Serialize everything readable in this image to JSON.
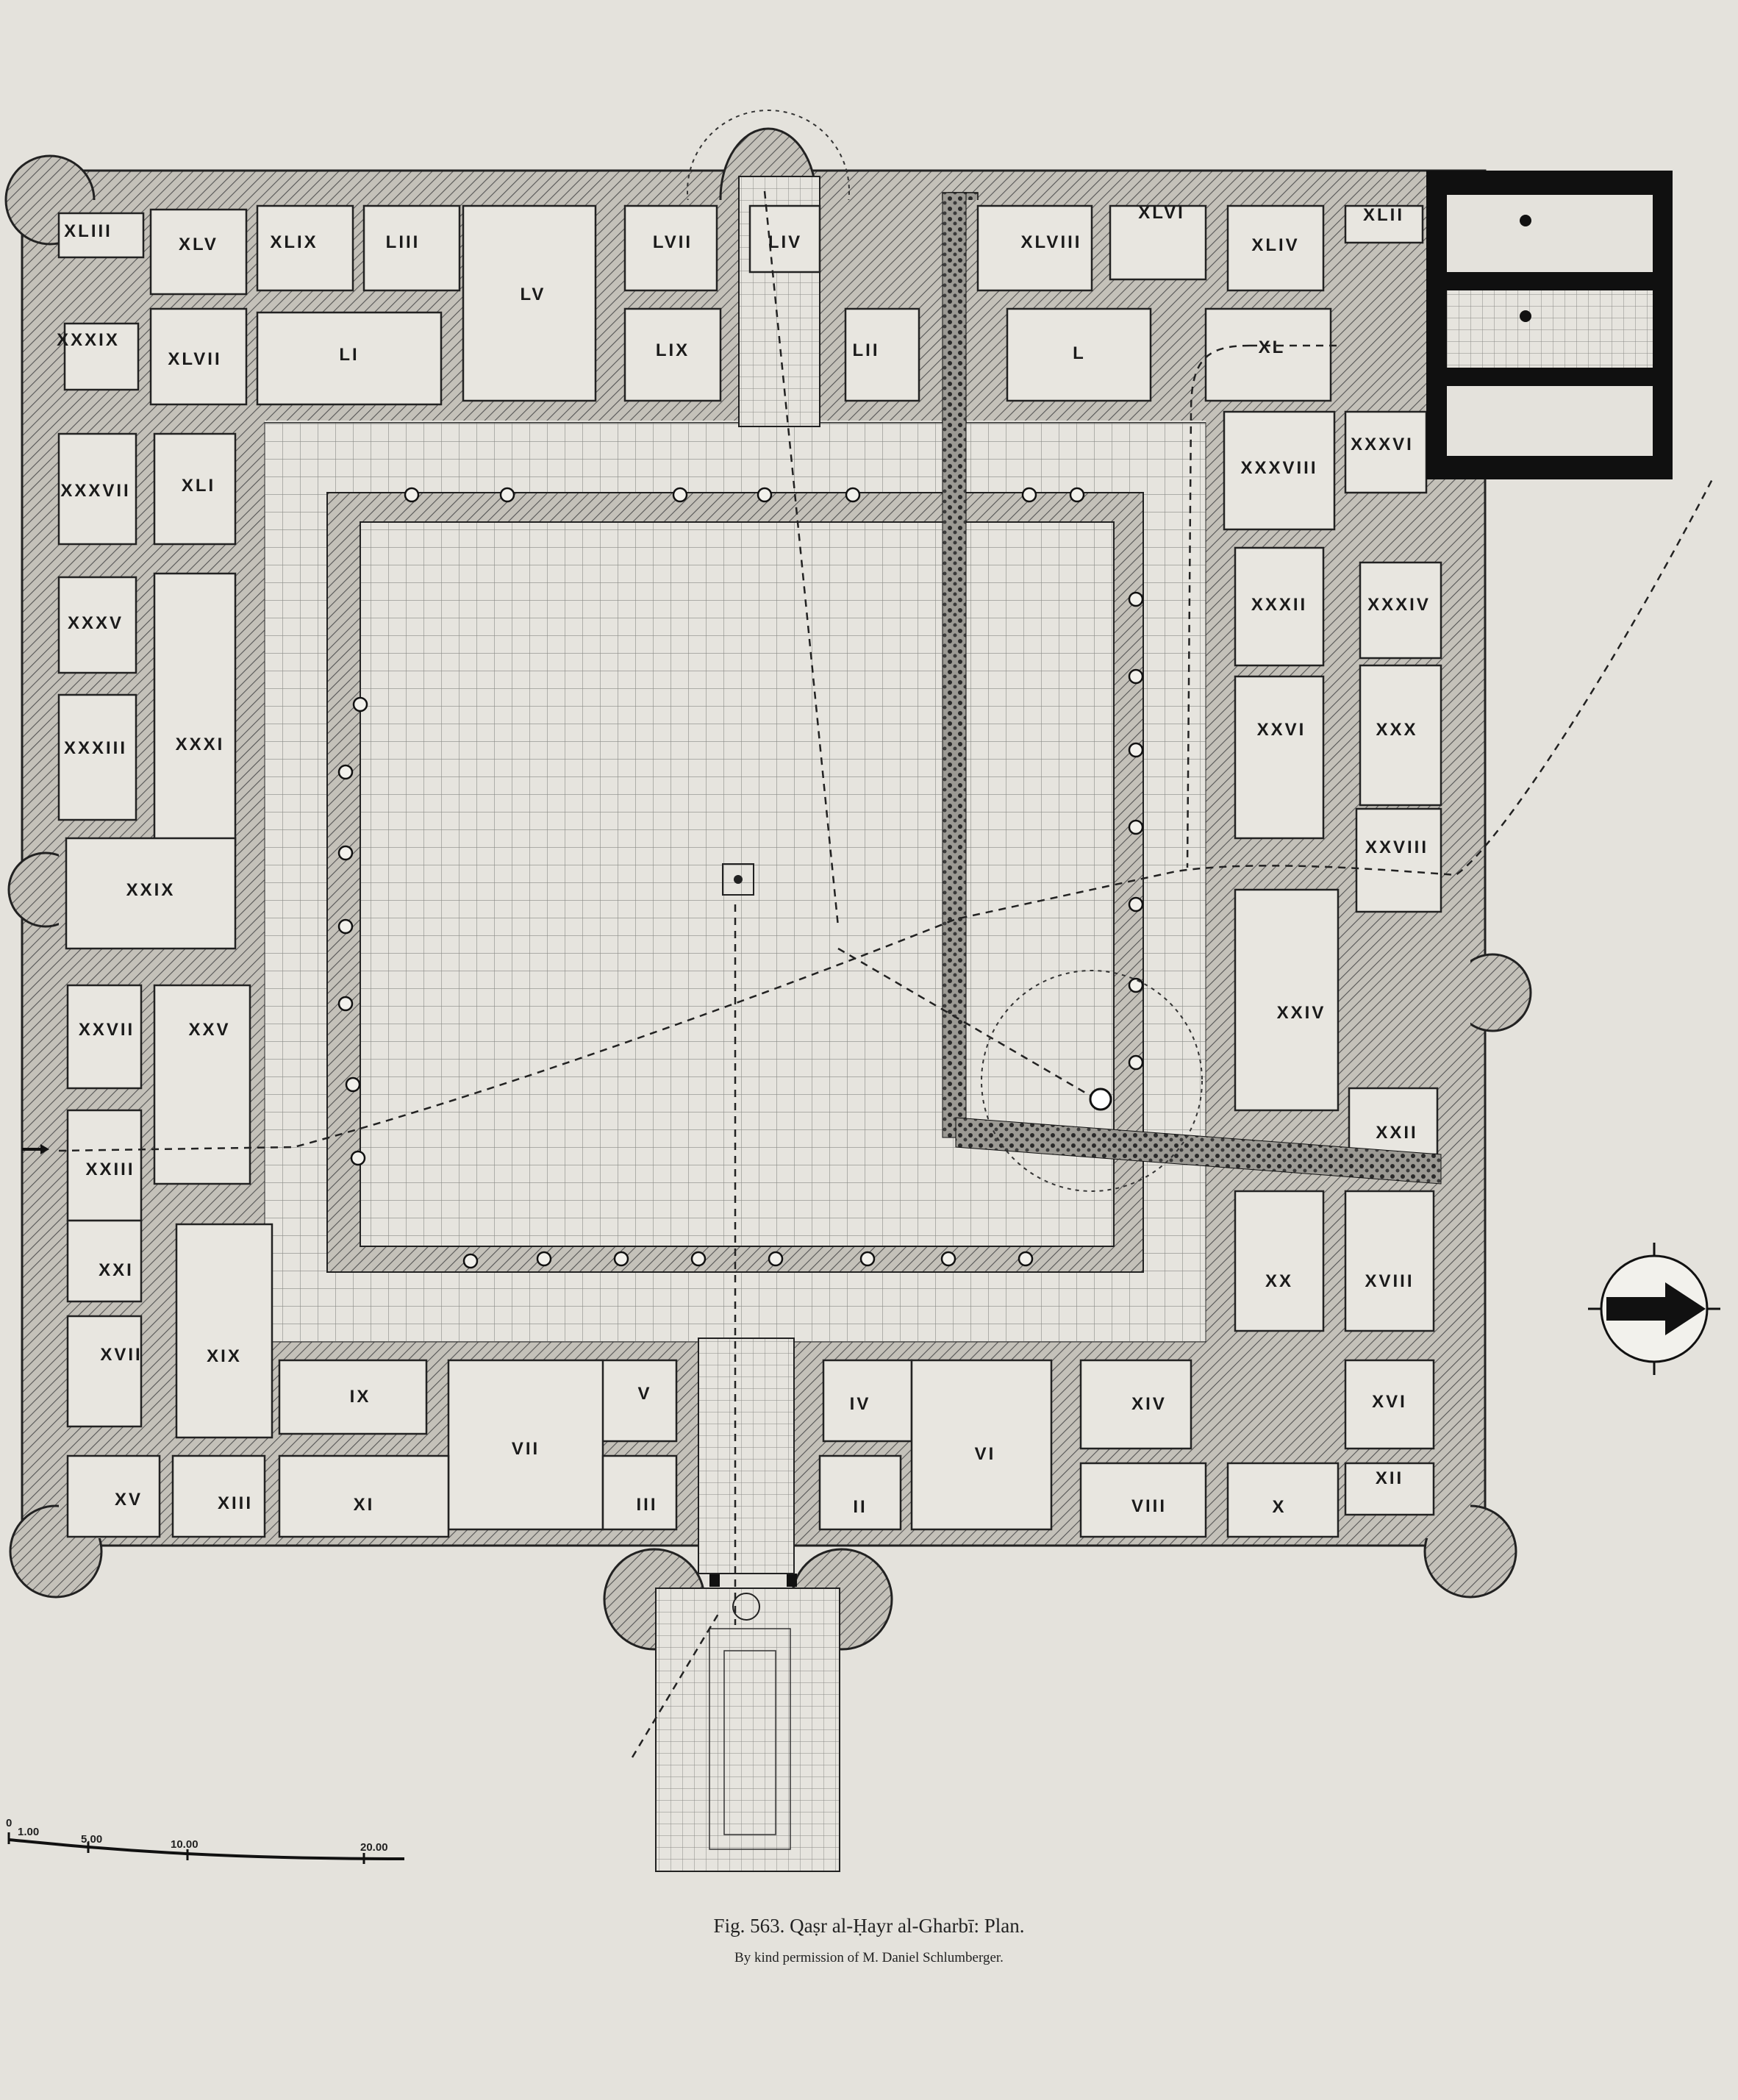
{
  "figure": {
    "caption": "Fig. 563. Qaṣr al-Ḥayr al-Gharbī: Plan.",
    "credit": "By kind permission of M. Daniel Schlumberger."
  },
  "scale_bar": {
    "ticks": [
      "0",
      "1.00",
      "5.00",
      "10.00",
      "20.00"
    ]
  },
  "rooms": [
    {
      "id": "XLIII",
      "label": "XLIII"
    },
    {
      "id": "XLV",
      "label": "XLV"
    },
    {
      "id": "XLIX",
      "label": "XLIX"
    },
    {
      "id": "LIII",
      "label": "LIII"
    },
    {
      "id": "LV",
      "label": "LV"
    },
    {
      "id": "LVII",
      "label": "LVII"
    },
    {
      "id": "LIV",
      "label": "LIV"
    },
    {
      "id": "XLVIII",
      "label": "XLVIII"
    },
    {
      "id": "XLVI",
      "label": "XLVI"
    },
    {
      "id": "XLIV",
      "label": "XLIV"
    },
    {
      "id": "XLII",
      "label": "XLII"
    },
    {
      "id": "XXXIX",
      "label": "XXXIX"
    },
    {
      "id": "XLVII",
      "label": "XLVII"
    },
    {
      "id": "LI",
      "label": "LI"
    },
    {
      "id": "LIX",
      "label": "LIX"
    },
    {
      "id": "LII",
      "label": "LII"
    },
    {
      "id": "L",
      "label": "L"
    },
    {
      "id": "XL",
      "label": "XL"
    },
    {
      "id": "XXXVII",
      "label": "XXXVII"
    },
    {
      "id": "XLI",
      "label": "XLI"
    },
    {
      "id": "XXXVIII",
      "label": "XXXVIII"
    },
    {
      "id": "XXXVI",
      "label": "XXXVI"
    },
    {
      "id": "XXXV",
      "label": "XXXV"
    },
    {
      "id": "XXXII",
      "label": "XXXII"
    },
    {
      "id": "XXXIV",
      "label": "XXXIV"
    },
    {
      "id": "XXXIII",
      "label": "XXXIII"
    },
    {
      "id": "XXXI",
      "label": "XXXI"
    },
    {
      "id": "XXVI",
      "label": "XXVI"
    },
    {
      "id": "XXX",
      "label": "XXX"
    },
    {
      "id": "XXIX",
      "label": "XXIX"
    },
    {
      "id": "XXVIII",
      "label": "XXVIII"
    },
    {
      "id": "XXVII",
      "label": "XXVII"
    },
    {
      "id": "XXV",
      "label": "XXV"
    },
    {
      "id": "XXIV",
      "label": "XXIV"
    },
    {
      "id": "XXIII",
      "label": "XXIII"
    },
    {
      "id": "XXII",
      "label": "XXII"
    },
    {
      "id": "XXI",
      "label": "XXI"
    },
    {
      "id": "XX",
      "label": "XX"
    },
    {
      "id": "XVIII",
      "label": "XVIII"
    },
    {
      "id": "XVII",
      "label": "XVII"
    },
    {
      "id": "XIX",
      "label": "XIX"
    },
    {
      "id": "IX",
      "label": "IX"
    },
    {
      "id": "V",
      "label": "V"
    },
    {
      "id": "IV",
      "label": "IV"
    },
    {
      "id": "XIV",
      "label": "XIV"
    },
    {
      "id": "XVI",
      "label": "XVI"
    },
    {
      "id": "VII",
      "label": "VII"
    },
    {
      "id": "VI",
      "label": "VI"
    },
    {
      "id": "XV",
      "label": "XV"
    },
    {
      "id": "XIII",
      "label": "XIII"
    },
    {
      "id": "XI",
      "label": "XI"
    },
    {
      "id": "III",
      "label": "III"
    },
    {
      "id": "II",
      "label": "II"
    },
    {
      "id": "VIII",
      "label": "VIII"
    },
    {
      "id": "X",
      "label": "X"
    },
    {
      "id": "XII",
      "label": "XII"
    }
  ],
  "colors": {
    "paper": "#e4e2dc",
    "wall": "#bdbab2",
    "wall_hatch": "#555555",
    "ink": "#1a1a1a"
  }
}
